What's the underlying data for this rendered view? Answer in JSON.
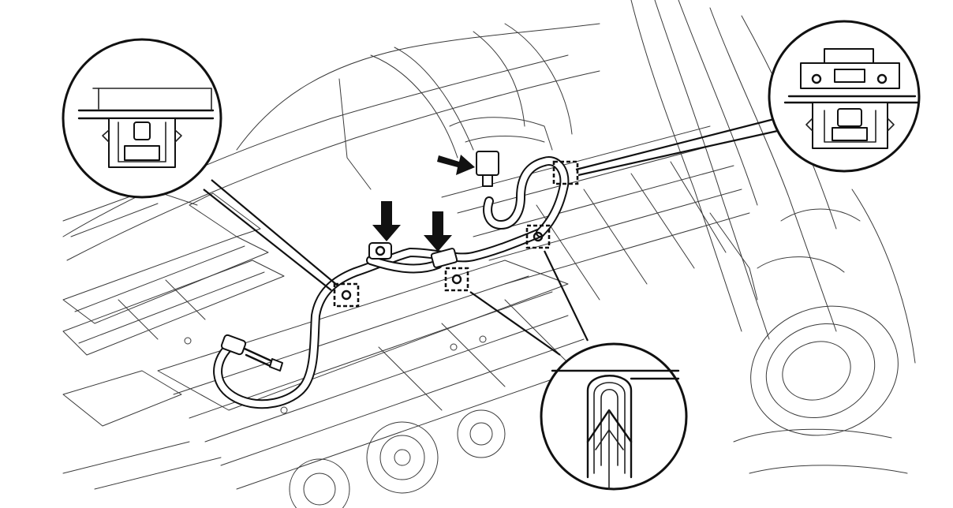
{
  "figure": {
    "callouts": [
      {
        "id": "upper-left",
        "subject": "clip-detail"
      },
      {
        "id": "upper-right",
        "subject": "clamp-detail"
      },
      {
        "id": "lower-middle",
        "subject": "clip-detail"
      }
    ],
    "arrow_count": 3,
    "dashed_box_count": 4
  }
}
